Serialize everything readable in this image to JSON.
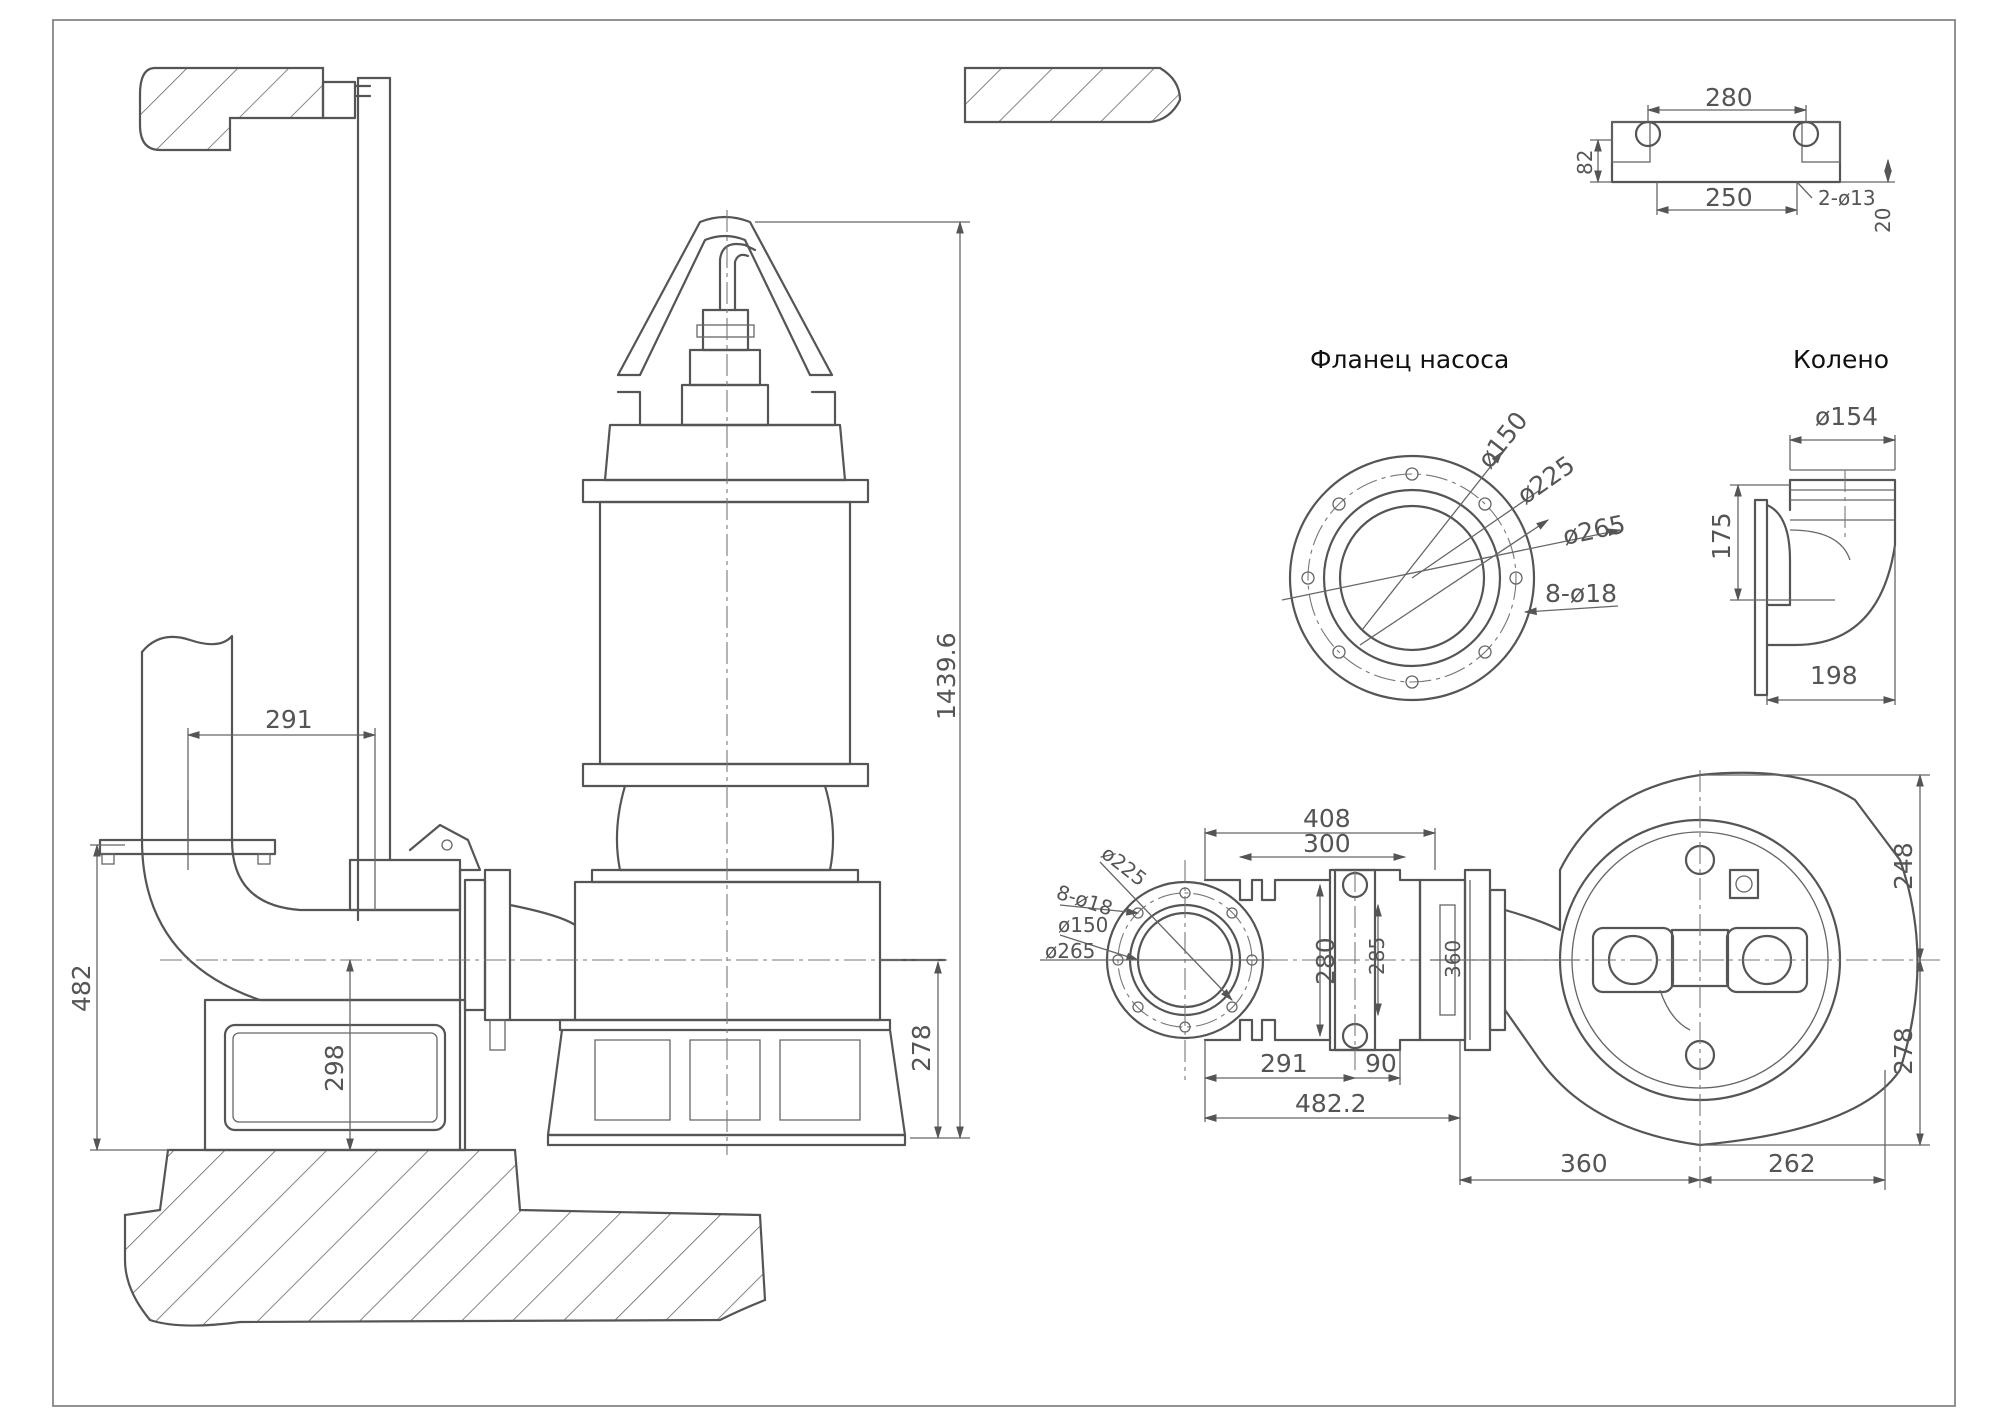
{
  "titles": {
    "pump_flange": "Фланец насоса",
    "elbow": "Колено"
  },
  "dims": {
    "side_total_height": "1439.6",
    "side_pipe_offset": "291",
    "side_flange_height": "482",
    "side_pipe_axis": "298",
    "side_outlet_height": "278",
    "bracket_width": "280",
    "bracket_holes_spacing": "250",
    "bracket_height": "82",
    "bracket_thickness": "20",
    "bracket_holes": "2-ø13",
    "flange_d150": "ø150",
    "flange_d225": "ø225",
    "flange_d265": "ø265",
    "flange_holes": "8-ø18",
    "elbow_d154": "ø154",
    "elbow_h175": "175",
    "elbow_w198": "198",
    "plan_408": "408",
    "plan_300": "300",
    "plan_d225": "ø225",
    "plan_holes": "8-ø18",
    "plan_d150": "ø150",
    "plan_d265": "ø265",
    "plan_280": "280",
    "plan_285": "285",
    "plan_360_v": "360",
    "plan_291": "291",
    "plan_90": "90",
    "plan_482_2": "482.2",
    "plan_360": "360",
    "plan_262": "262",
    "plan_248": "248",
    "plan_278": "278"
  }
}
